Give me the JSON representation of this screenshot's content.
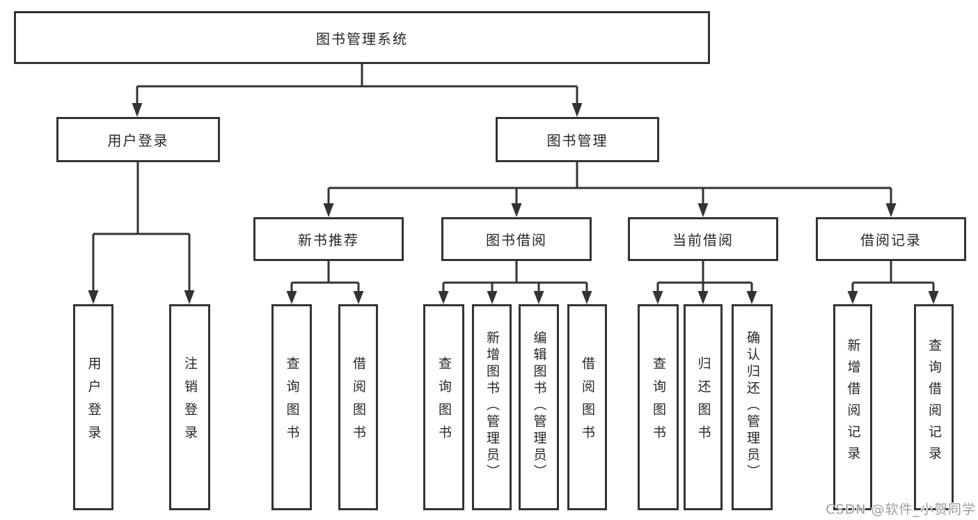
{
  "diagram": {
    "title": "图书管理系统",
    "level2": {
      "user_login": "用户登录",
      "book_mgmt": "图书管理"
    },
    "level3": {
      "new_books": "新书推荐",
      "borrow": "图书借阅",
      "current": "当前借阅",
      "records": "借阅记录"
    },
    "leaves": {
      "user_login": [
        "用户登录",
        "注销登录"
      ],
      "new_books": [
        "查询图书",
        "借阅图书"
      ],
      "borrow": [
        "查询图书",
        "新增图书（管理员）",
        "编辑图书（管理员）",
        "借阅图书"
      ],
      "current": [
        "查询图书",
        "归还图书",
        "确认归还（管理员）"
      ],
      "records": [
        "新增借阅记录",
        "查询借阅记录"
      ]
    },
    "colors": {
      "line": "#333333",
      "text": "#262626",
      "background": "#ffffff",
      "watermark": "#9d9d9d"
    }
  },
  "watermark": "CSDN @软件_小贺同学"
}
